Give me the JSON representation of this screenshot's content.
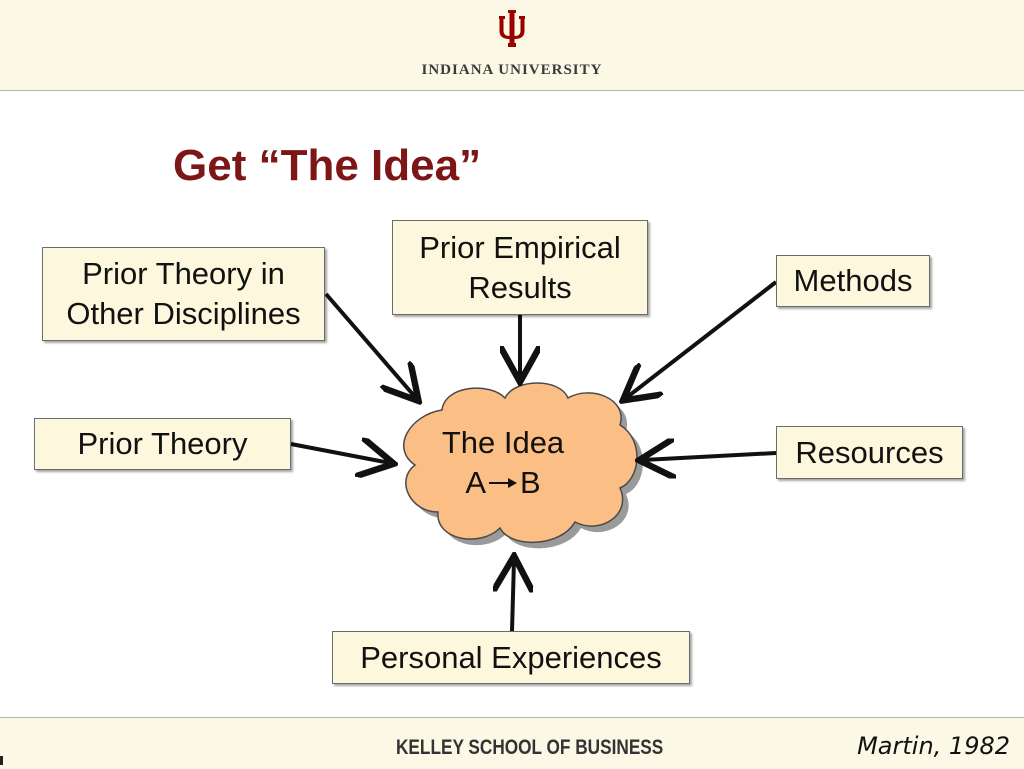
{
  "header": {
    "university": "INDIANA UNIVERSITY",
    "brand_color": "#990000"
  },
  "title": "Get “The Idea”",
  "diagram": {
    "center": {
      "line1": "The Idea",
      "from": "A",
      "to": "B",
      "fill": "#fbbf86"
    },
    "nodes": {
      "prior_theory_other": "Prior Theory in\nOther Disciplines",
      "prior_empirical": "Prior Empirical\nResults",
      "methods": "Methods",
      "prior_theory": "Prior Theory",
      "resources": "Resources",
      "personal_experiences": "Personal Experiences"
    },
    "box_fill": "#fdf8dd",
    "title_color": "#7d1616"
  },
  "footer": {
    "school": "KELLEY SCHOOL OF BUSINESS",
    "citation": "Martin, 1982"
  }
}
